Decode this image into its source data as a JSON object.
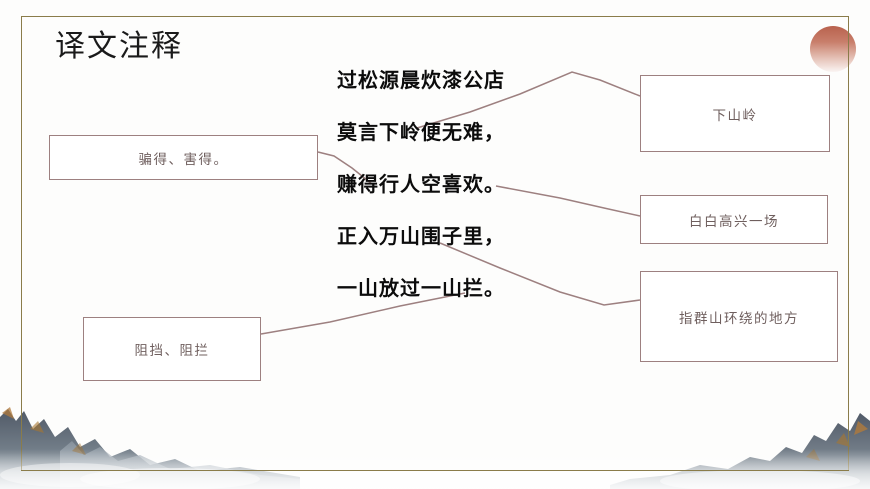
{
  "slide": {
    "title": "译文注释",
    "accent_border": "#8a7c4a",
    "box_border": "#9d8080",
    "box_text_color": "#6f5f5e",
    "sun_color": "#b2543e"
  },
  "poem": {
    "lines": [
      "过松源晨炊漆公店",
      "莫言下岭便无难，",
      "赚得行人空喜欢。",
      "正入万山围子里，",
      "一山放过一山拦。"
    ]
  },
  "notes": {
    "left": [
      {
        "id": "pian",
        "text": "骗得、害得。"
      },
      {
        "id": "zu",
        "text": "阻挡、阻拦"
      }
    ],
    "right": [
      {
        "id": "xia",
        "text": "下山岭"
      },
      {
        "id": "bai",
        "text": "白白高兴一场"
      },
      {
        "id": "zhi",
        "text": "指群山环绕的地方"
      }
    ]
  },
  "decor": {
    "sun_icon": "sun-circle-icon",
    "mountain_left_icon": "ink-mountain-left-icon",
    "mountain_right_icon": "ink-mountain-right-icon"
  }
}
